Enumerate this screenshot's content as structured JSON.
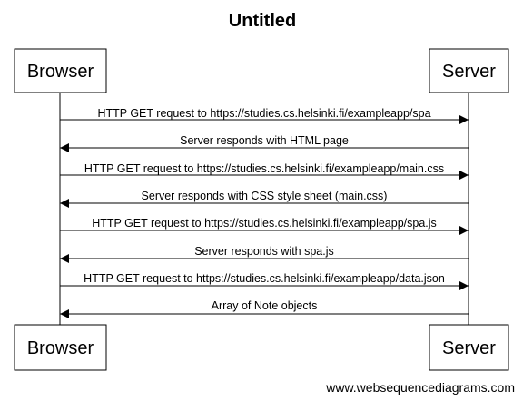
{
  "title": "Untitled",
  "participants": [
    {
      "name": "Browser"
    },
    {
      "name": "Server"
    }
  ],
  "messages": [
    {
      "from": "Browser",
      "to": "Server",
      "text": "HTTP GET request to https://studies.cs.helsinki.fi/exampleapp/spa"
    },
    {
      "from": "Server",
      "to": "Browser",
      "text": "Server responds with HTML page"
    },
    {
      "from": "Browser",
      "to": "Server",
      "text": "HTTP GET request to https://studies.cs.helsinki.fi/exampleapp/main.css"
    },
    {
      "from": "Server",
      "to": "Browser",
      "text": "Server responds with CSS style sheet (main.css)"
    },
    {
      "from": "Browser",
      "to": "Server",
      "text": "HTTP GET request to https://studies.cs.helsinki.fi/exampleapp/spa.js"
    },
    {
      "from": "Server",
      "to": "Browser",
      "text": "Server responds with spa.js"
    },
    {
      "from": "Browser",
      "to": "Server",
      "text": "HTTP GET request to https://studies.cs.helsinki.fi/exampleapp/data.json"
    },
    {
      "from": "Server",
      "to": "Browser",
      "text": "Array of Note objects"
    }
  ],
  "footer": "www.websequencediagrams.com"
}
